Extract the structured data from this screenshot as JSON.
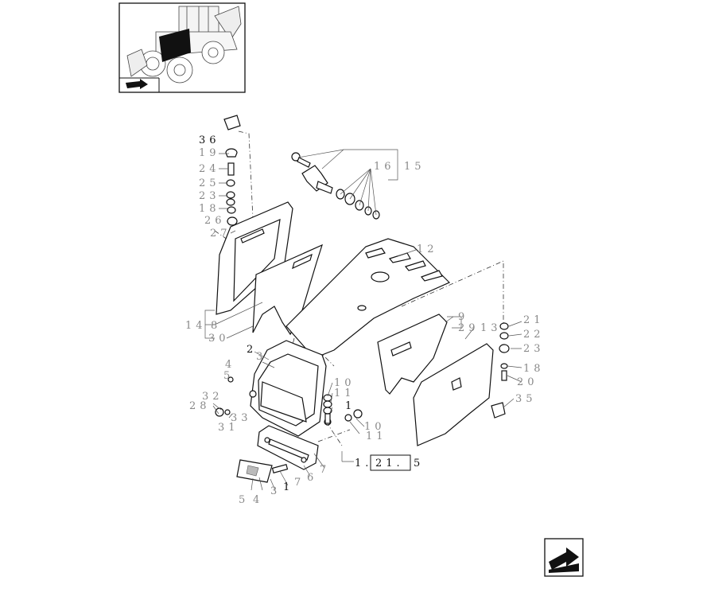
{
  "labels": {
    "l36": "36",
    "l19": "19",
    "l24": "24",
    "l25": "25",
    "l23a": "23",
    "l18a": "18",
    "l26": "26",
    "l27": "27",
    "l16": "16",
    "l15": "15",
    "l12": "12",
    "l14": "14",
    "l8": "8",
    "l30": "30",
    "l2": "2",
    "l3a": "3",
    "l4a": "4",
    "l5a": "5",
    "l9": "9",
    "l29": "29",
    "l13": "13",
    "l21": "21",
    "l22": "22",
    "l23b": "23",
    "l18b": "18",
    "l20": "20",
    "l35": "35",
    "l10a": "10",
    "l11a": "11",
    "l1a": "1",
    "l10b": "10",
    "l11b": "11",
    "l32": "32",
    "l28": "28",
    "l33": "33",
    "l31": "31",
    "l7a": "7",
    "l6": "6",
    "l7b": "7",
    "l1b": "1",
    "l5b": "5",
    "l4b": "4",
    "l3b": "3"
  },
  "reference": {
    "prefix": "1.",
    "box": "21.",
    "suffix": "5"
  }
}
